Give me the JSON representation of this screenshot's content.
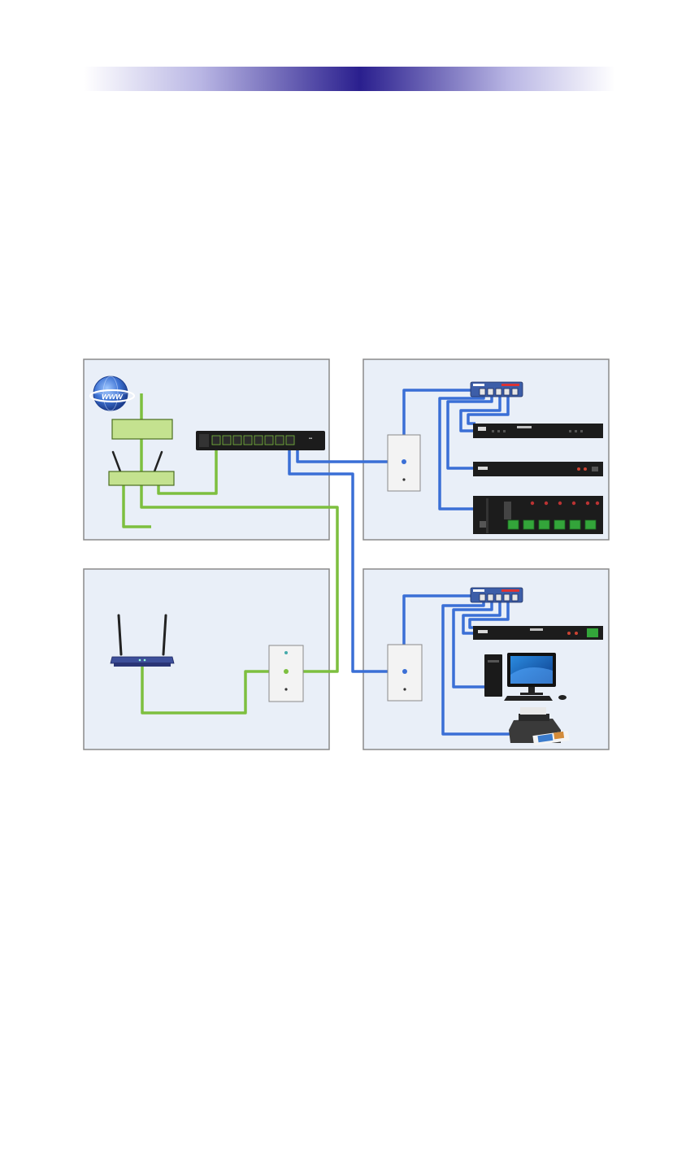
{
  "header_bar": {
    "gradient_colors": [
      "#ffffff",
      "#2a1f8e",
      "#ffffff"
    ]
  },
  "internet_globe": {
    "label": "www"
  },
  "colors": {
    "panel_fill": "#e9eff8",
    "panel_border": "#8a8a8a",
    "green_cable": "#7dbf3f",
    "blue_cable": "#3a6fd6",
    "device_dark": "#1c1c1c",
    "modem_fill": "#c4e28f",
    "wallplate_fill": "#f3f3f3"
  },
  "diagram": {
    "rooms": [
      "top-left",
      "top-right",
      "bottom-left",
      "bottom-right"
    ],
    "devices": {
      "main_switch_ports": 8,
      "room_switch_ports": 5,
      "amplifier_outputs": 6
    }
  }
}
